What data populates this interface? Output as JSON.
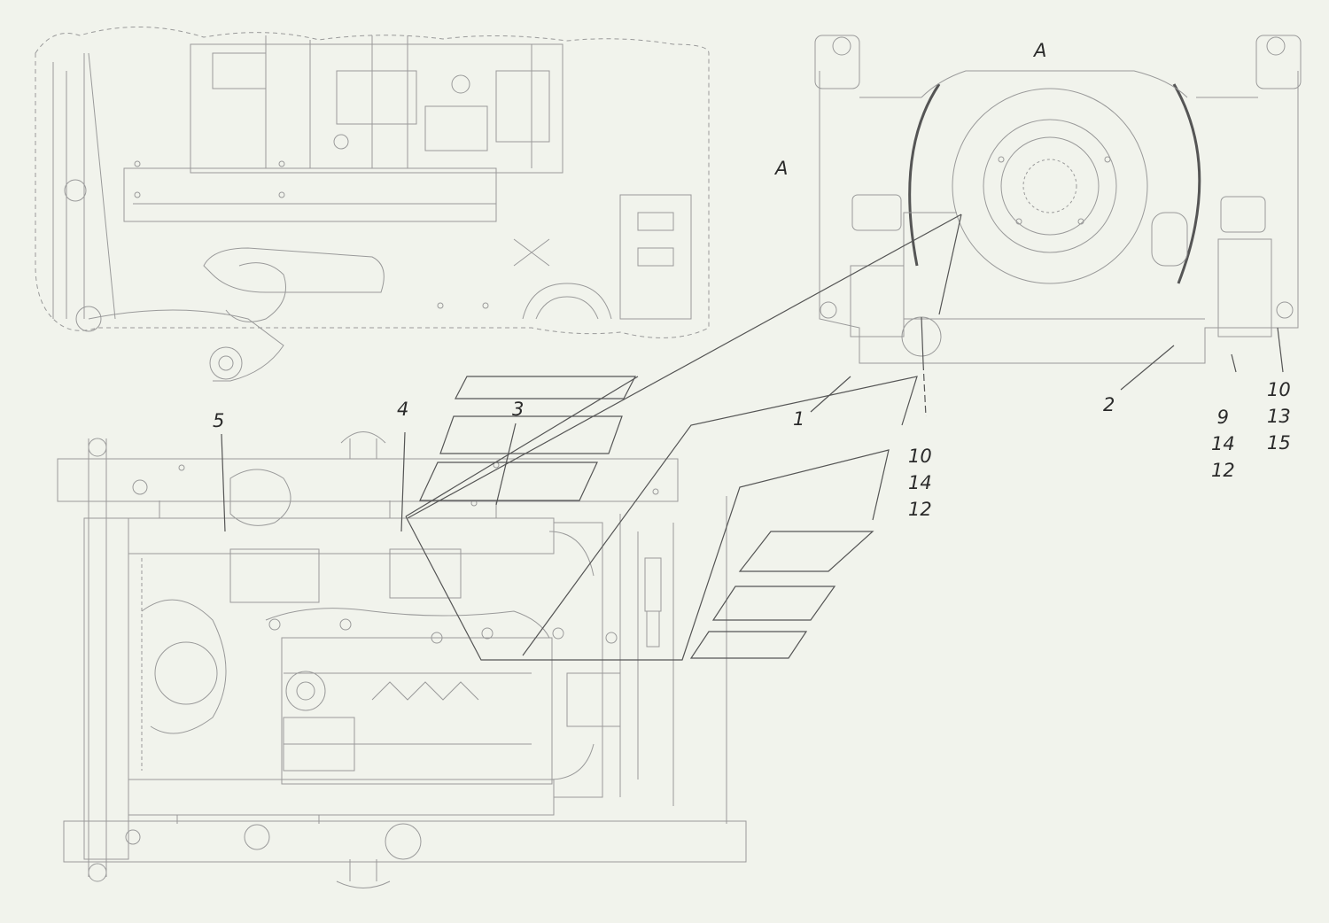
{
  "view_labels": {
    "top": "A",
    "side": "A"
  },
  "callouts": {
    "c1": "1",
    "c2": "2",
    "c3": "3",
    "c4": "4",
    "c5": "5",
    "group_mid": [
      "10",
      "14",
      "12"
    ],
    "group_right_a": [
      "9",
      "14",
      "12"
    ],
    "group_right_b": [
      "10",
      "13",
      "15"
    ]
  },
  "colors": {
    "background": "#f1f3ec",
    "line": "#555555",
    "faint": "#9a9a9a"
  }
}
